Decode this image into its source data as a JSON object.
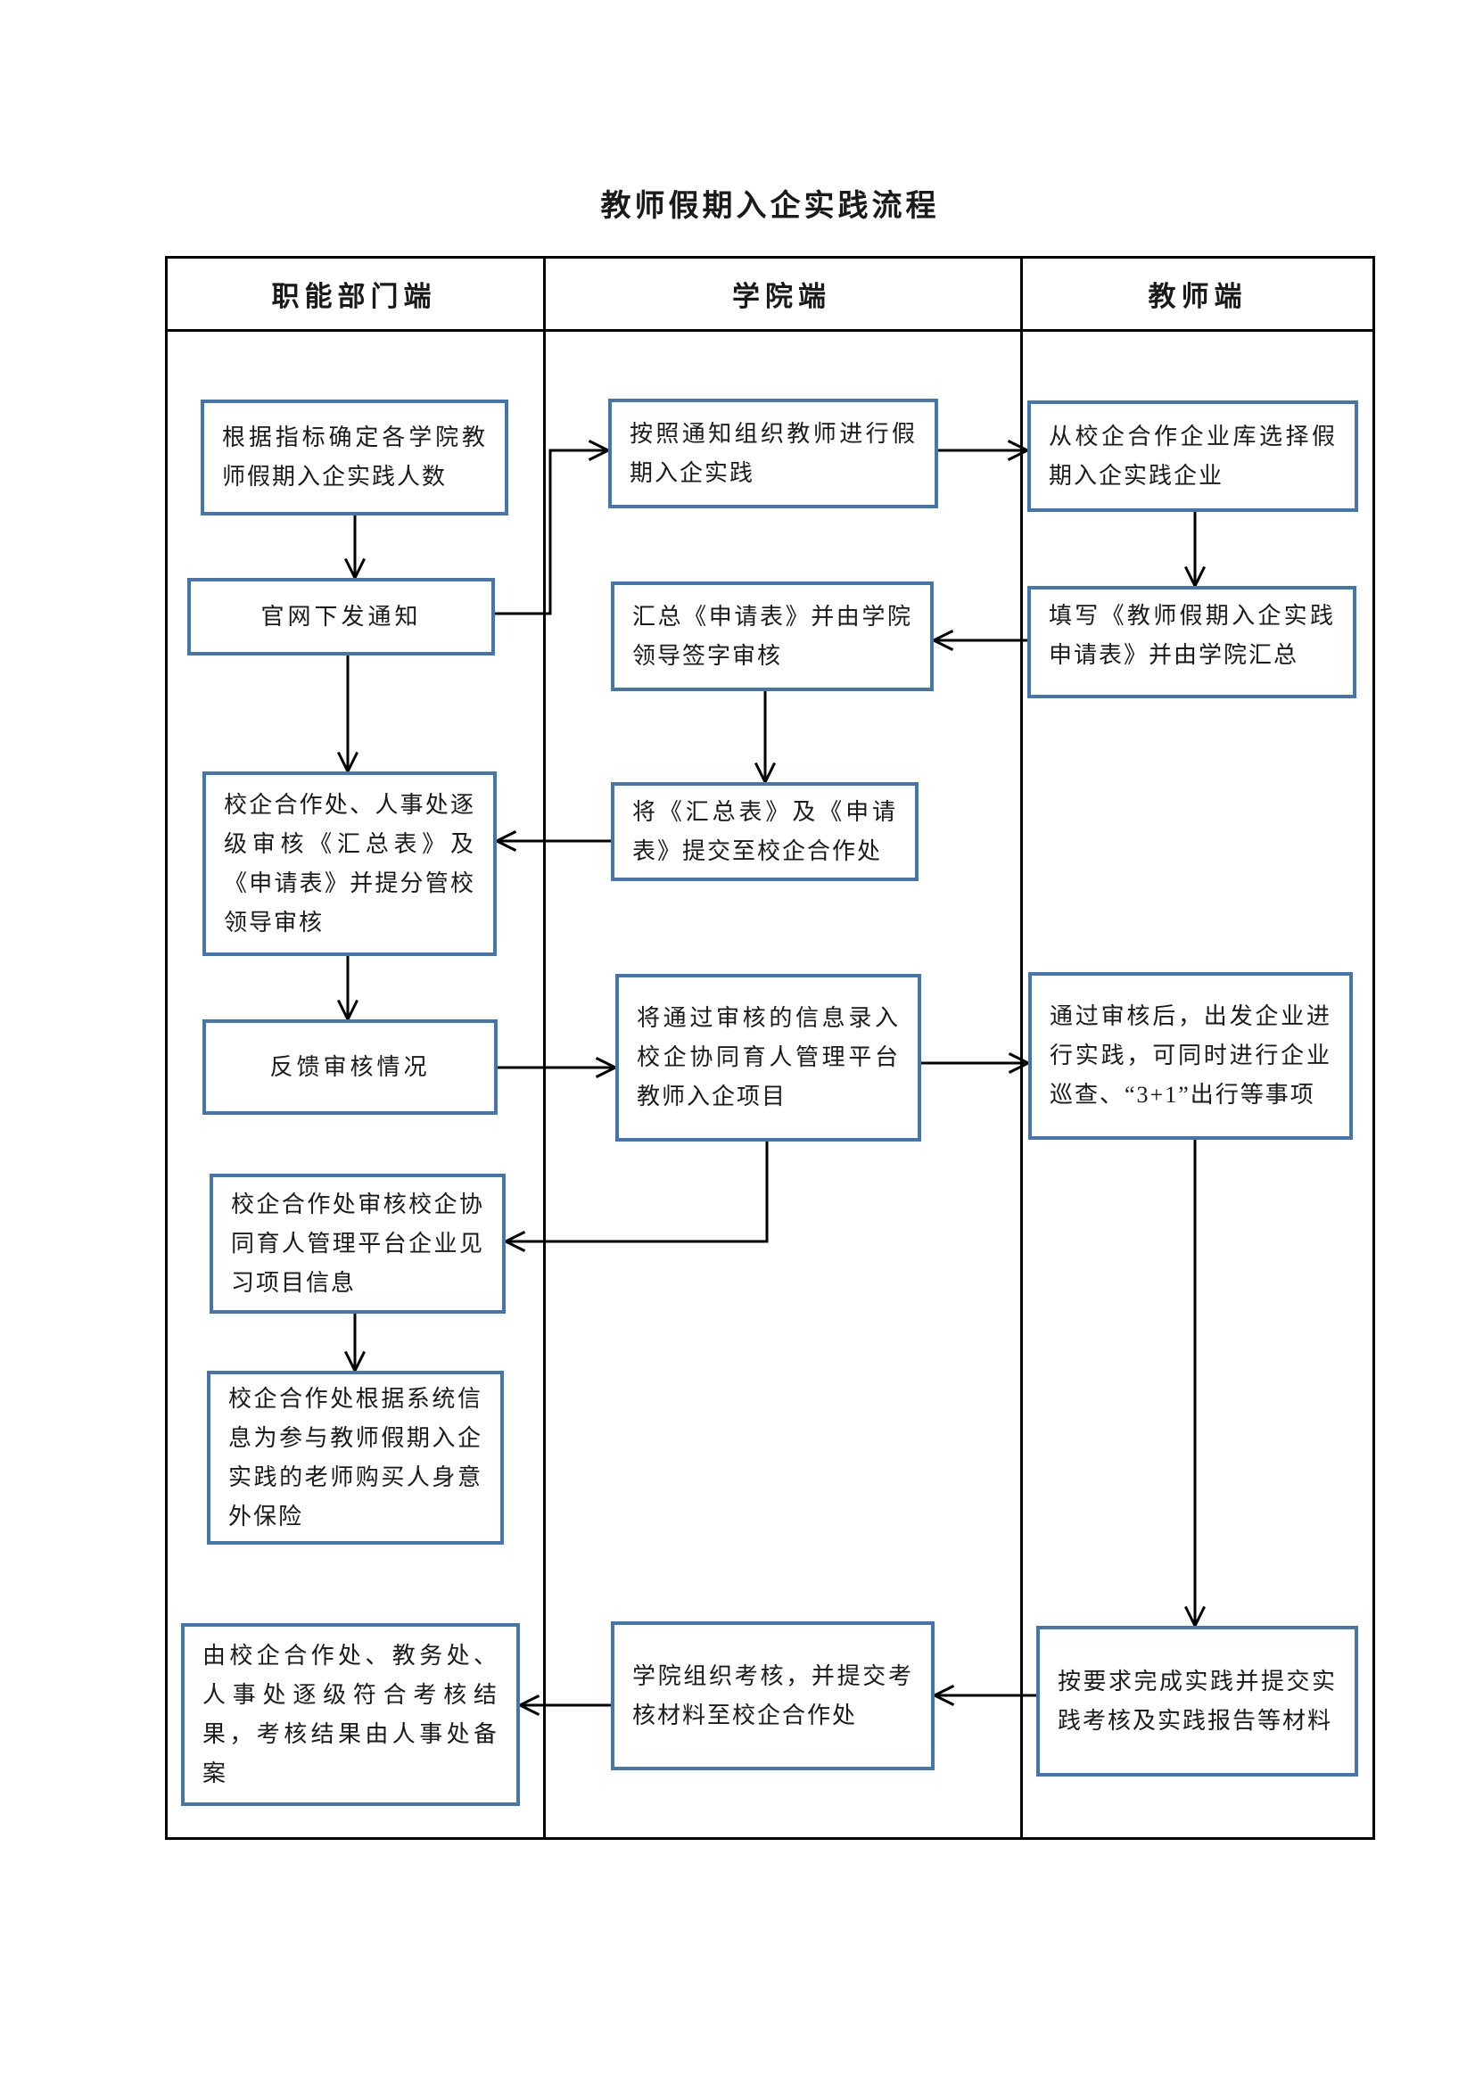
{
  "title": "教师假期入企实践流程",
  "columns": [
    {
      "id": "dept",
      "label": "职能部门端"
    },
    {
      "id": "college",
      "label": "学院端"
    },
    {
      "id": "teacher",
      "label": "教师端"
    }
  ],
  "nodes": [
    {
      "id": "a1",
      "column": "dept",
      "label": "根据指标确定各学院教师假期入企实践人数"
    },
    {
      "id": "a2",
      "column": "dept",
      "label": "官网下发通知"
    },
    {
      "id": "a3",
      "column": "dept",
      "label": "校企合作处、人事处逐级审核《汇总表》及《申请表》并提分管校领导审核"
    },
    {
      "id": "a4",
      "column": "dept",
      "label": "反馈审核情况"
    },
    {
      "id": "a5",
      "column": "dept",
      "label": "校企合作处审核校企协同育人管理平台企业见习项目信息"
    },
    {
      "id": "a6",
      "column": "dept",
      "label": "校企合作处根据系统信息为参与教师假期入企实践的老师购买人身意外保险"
    },
    {
      "id": "a7",
      "column": "dept",
      "label": "由校企合作处、教务处、人事处逐级符合考核结果，考核结果由人事处备案"
    },
    {
      "id": "b1",
      "column": "college",
      "label": "按照通知组织教师进行假期入企实践"
    },
    {
      "id": "b2",
      "column": "college",
      "label": "汇总《申请表》并由学院领导签字审核"
    },
    {
      "id": "b3",
      "column": "college",
      "label": "将《汇总表》及《申请表》提交至校企合作处"
    },
    {
      "id": "b4",
      "column": "college",
      "label": "将通过审核的信息录入校企协同育人管理平台教师入企项目"
    },
    {
      "id": "b5",
      "column": "college",
      "label": "学院组织考核，并提交考核材料至校企合作处"
    },
    {
      "id": "c1",
      "column": "teacher",
      "label": "从校企合作企业库选择假期入企实践企业"
    },
    {
      "id": "c2",
      "column": "teacher",
      "label": "填写《教师假期入企实践申请表》并由学院汇总"
    },
    {
      "id": "c3",
      "column": "teacher",
      "label": "通过审核后，出发企业进行实践，可同时进行企业巡查、“3+1”出行等事项"
    },
    {
      "id": "c4",
      "column": "teacher",
      "label": "按要求完成实践并提交实践考核及实践报告等材料"
    }
  ],
  "flows": [
    {
      "from": "a1",
      "to": "a2"
    },
    {
      "from": "a2",
      "to": "b1"
    },
    {
      "from": "a2",
      "to": "a3"
    },
    {
      "from": "b1",
      "to": "c1"
    },
    {
      "from": "c1",
      "to": "c2"
    },
    {
      "from": "c2",
      "to": "b2"
    },
    {
      "from": "b2",
      "to": "b3"
    },
    {
      "from": "b3",
      "to": "a3"
    },
    {
      "from": "a3",
      "to": "a4"
    },
    {
      "from": "a4",
      "to": "b4"
    },
    {
      "from": "b4",
      "to": "c3"
    },
    {
      "from": "b4",
      "to": "a5"
    },
    {
      "from": "a5",
      "to": "a6"
    },
    {
      "from": "c3",
      "to": "c4"
    },
    {
      "from": "c4",
      "to": "b5"
    },
    {
      "from": "b5",
      "to": "a7"
    }
  ],
  "colors": {
    "box_border": "#4575AD",
    "line": "#000000",
    "table_border": "#000000",
    "text": "#1a1a1a"
  }
}
